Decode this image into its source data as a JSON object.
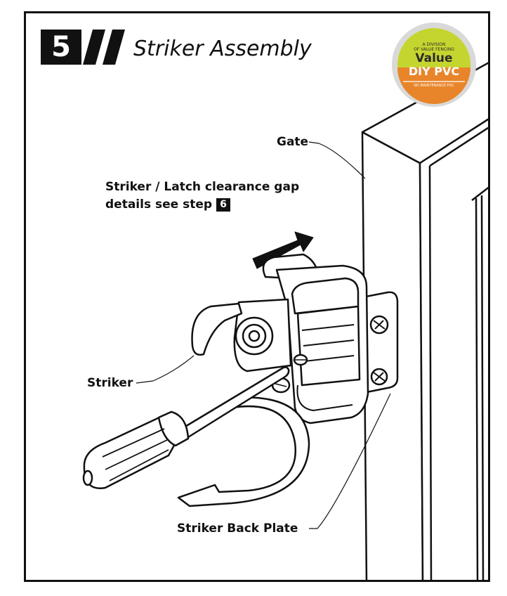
{
  "step": {
    "number": "5",
    "title": "Striker Assembly"
  },
  "logo": {
    "division_line1": "A DIVISION",
    "division_line2": "OF VALUE FENCING",
    "brand_line1": "Value",
    "brand_line2": "DIY PVC",
    "tagline": "NO MAINTENANCE PVC",
    "colors": {
      "top": "#c5d52f",
      "bottom": "#e8852a",
      "ring": "#d9d9d9",
      "text_dark": "#2b2b2b"
    }
  },
  "labels": {
    "gate": "Gate",
    "note_line1": "Striker / Latch clearance gap",
    "note_line2": "details see step",
    "note_step_ref": "6",
    "striker": "Striker",
    "back_plate": "Striker Back Plate"
  }
}
